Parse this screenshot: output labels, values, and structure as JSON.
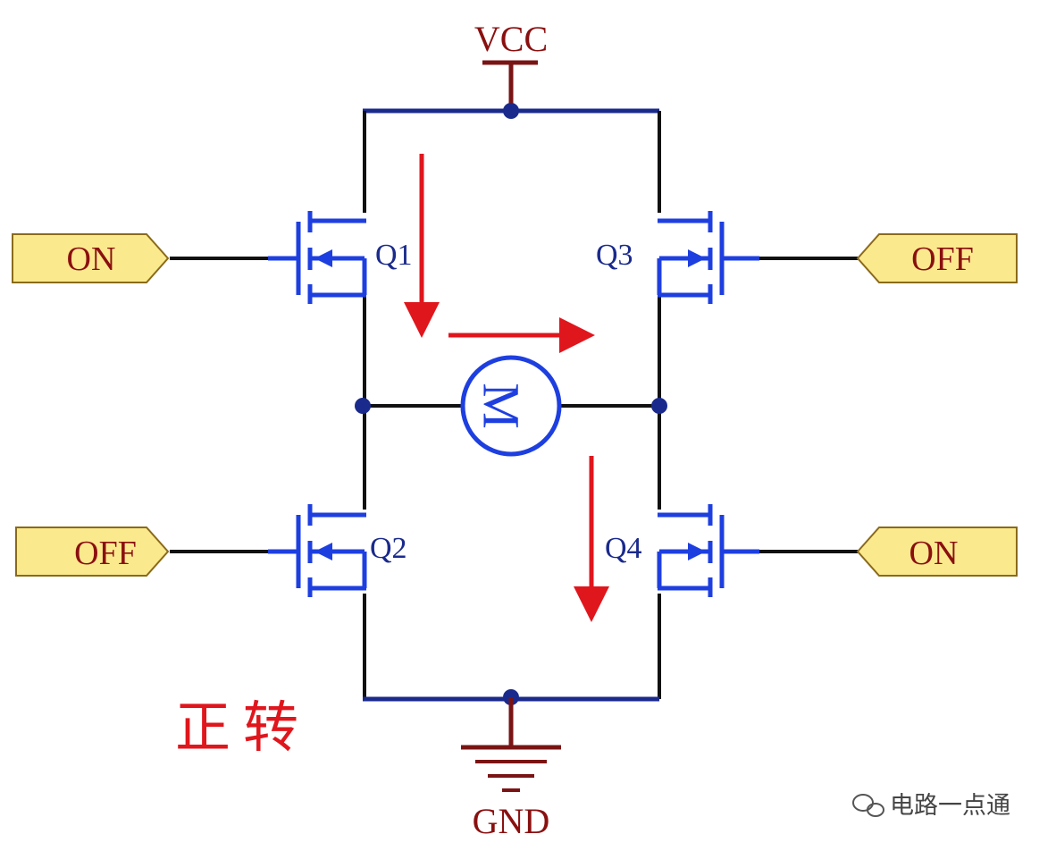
{
  "power": {
    "vcc": "VCC",
    "gnd": "GND"
  },
  "motor": {
    "label": "M"
  },
  "transistors": [
    {
      "name": "Q1",
      "gate_state": "ON"
    },
    {
      "name": "Q2",
      "gate_state": "OFF"
    },
    {
      "name": "Q3",
      "gate_state": "OFF"
    },
    {
      "name": "Q4",
      "gate_state": "ON"
    }
  ],
  "caption": "正转",
  "watermark": "电路一点通",
  "colors": {
    "wire_blue": "#1a2a8c",
    "wire_black": "#111111",
    "component_blue": "#1e3fe0",
    "power_red": "#7a1414",
    "current_arrow": "#e0161d",
    "tag_fill": "#fbe98e",
    "tag_stroke": "#8a6a1a",
    "label_red": "#8a1010",
    "caption_red": "#e0161d"
  }
}
